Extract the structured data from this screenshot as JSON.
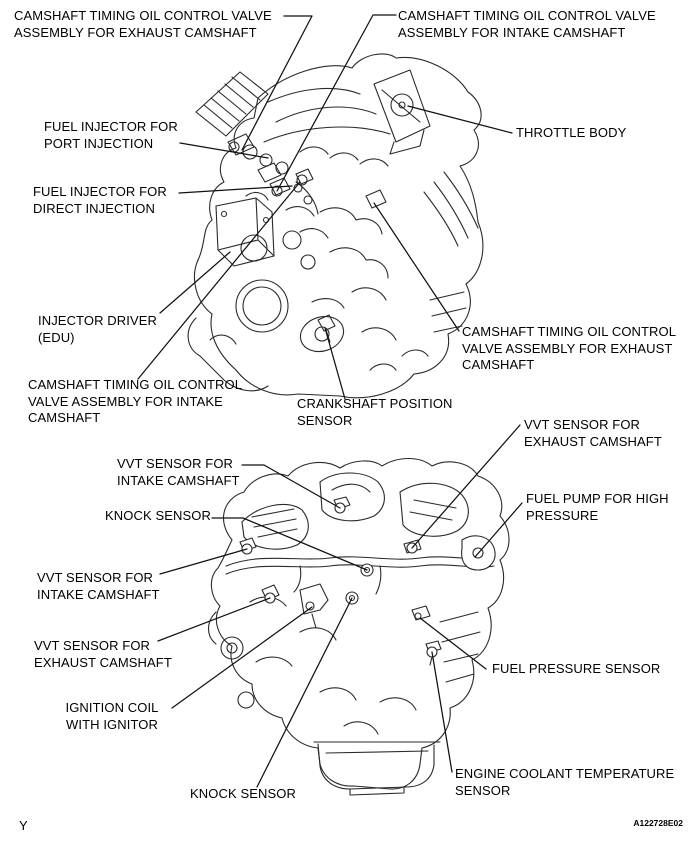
{
  "document": {
    "page_marker": "Y",
    "figure_code": "A122728E02"
  },
  "figure_top": {
    "labels": {
      "ocv_exhaust_left": [
        "CAMSHAFT TIMING OIL CONTROL VALVE",
        "ASSEMBLY FOR EXHAUST CAMSHAFT"
      ],
      "ocv_intake_right": [
        "CAMSHAFT TIMING OIL CONTROL VALVE",
        "ASSEMBLY FOR INTAKE CAMSHAFT"
      ],
      "fuel_injector_port": [
        "FUEL INJECTOR FOR",
        "PORT INJECTION"
      ],
      "fuel_injector_direct": [
        "FUEL INJECTOR FOR",
        "DIRECT INJECTION"
      ],
      "throttle_body": [
        "THROTTLE BODY"
      ],
      "injector_driver": [
        "INJECTOR DRIVER",
        "(EDU)"
      ],
      "ocv_intake_lower_left": [
        "CAMSHAFT TIMING OIL CONTROL",
        "VALVE ASSEMBLY FOR INTAKE",
        "CAMSHAFT"
      ],
      "ocv_exhaust_lower_right": [
        "CAMSHAFT TIMING OIL CONTROL",
        "VALVE ASSEMBLY FOR EXHAUST",
        "CAMSHAFT"
      ],
      "crankshaft_position_sensor": [
        "CRANKSHAFT POSITION",
        "SENSOR"
      ]
    }
  },
  "figure_bottom": {
    "labels": {
      "vvt_intake_upper": [
        "VVT SENSOR FOR",
        "INTAKE CAMSHAFT"
      ],
      "knock_upper": [
        "KNOCK SENSOR"
      ],
      "vvt_exhaust_right": [
        "VVT SENSOR FOR",
        "EXHAUST CAMSHAFT"
      ],
      "fuel_pump_high_pressure": [
        "FUEL PUMP FOR HIGH",
        "PRESSURE"
      ],
      "vvt_intake_left": [
        "VVT SENSOR FOR",
        "INTAKE CAMSHAFT"
      ],
      "vvt_exhaust_left": [
        "VVT SENSOR FOR",
        "EXHAUST CAMSHAFT"
      ],
      "ignition_coil": [
        "IGNITION COIL",
        "WITH IGNITOR"
      ],
      "fuel_pressure_sensor": [
        "FUEL PRESSURE SENSOR"
      ],
      "engine_coolant_temp_sensor": [
        "ENGINE COOLANT TEMPERATURE",
        "SENSOR"
      ],
      "knock_lower": [
        "KNOCK SENSOR"
      ]
    }
  }
}
